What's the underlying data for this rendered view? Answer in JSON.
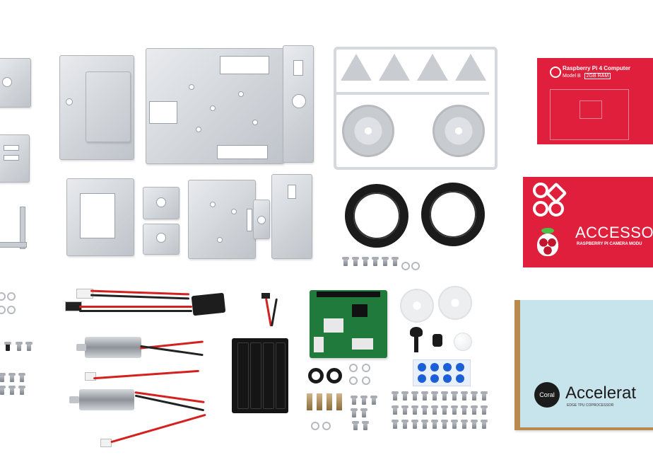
{
  "scene": {
    "description_items": [
      "aluminum-chassis-plates",
      "plastic-sprue-wheels",
      "rubber-tires",
      "raspberry-pi-4-box",
      "accessory-box",
      "motors-with-wires",
      "battery-holder",
      "motor-driver-board",
      "screws-and-nuts",
      "coral-accelerator-box"
    ]
  },
  "rpi_box": {
    "title": "Raspberry Pi 4 Computer",
    "subtitle": "Model B",
    "ram_badge": "2GB RAM"
  },
  "accessory_box": {
    "title": "ACCESSOR",
    "subtitle": "RASPBERRY PI CAMERA MODU"
  },
  "coral_box": {
    "brand": "Coral",
    "title": "Accelerat",
    "subtitle": "EDGE TPU COPROCESSOR"
  },
  "colors": {
    "background": "#ffffff",
    "red_box": "#e01f3d",
    "coral_box": "#c7e3ec",
    "pcb_green": "#1f7a3c",
    "aluminum": "#cfd3d8"
  }
}
